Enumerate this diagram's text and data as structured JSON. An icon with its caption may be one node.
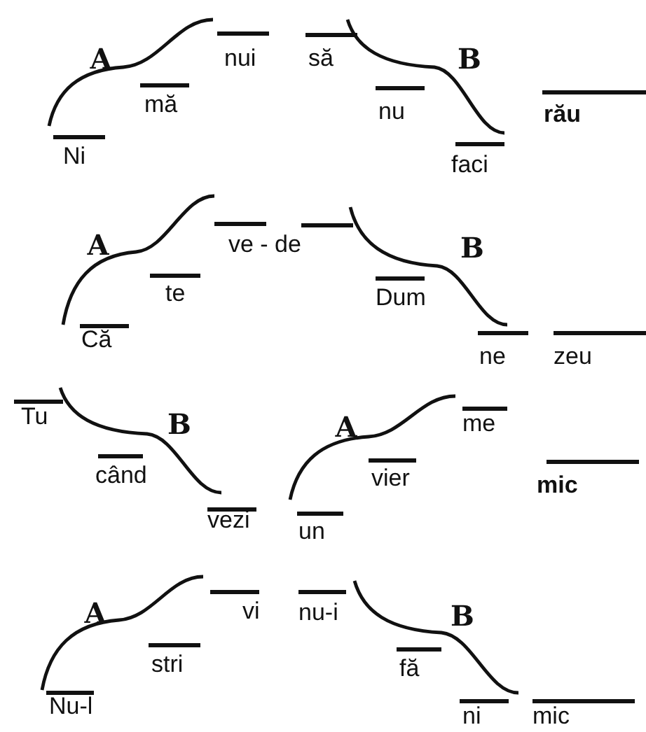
{
  "diagram": {
    "labels": [
      "A",
      "nui",
      "să",
      "B",
      "mă",
      "nu",
      "rău",
      "Ni",
      "faci",
      "A",
      "ve - de",
      "B",
      "te",
      "Dum",
      "Că",
      "ne",
      "zeu",
      "Tu",
      "B",
      "A",
      "me",
      "când",
      "vier",
      "mic",
      "vezi",
      "un",
      "A",
      "vi",
      "nu-i",
      "B",
      "stri",
      "fă",
      "Nu-l",
      "ni",
      "mic"
    ]
  }
}
